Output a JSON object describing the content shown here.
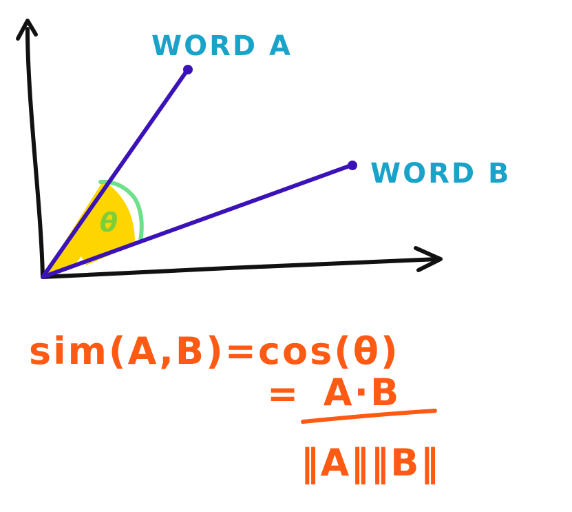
{
  "labels": {
    "word_a": "WORD A",
    "word_b": "WORD B",
    "angle": "θ"
  },
  "formula": {
    "line1": "sim(A,B)=cos(θ)",
    "equals": "=",
    "numerator": "A·B",
    "denominator": "‖A‖‖B‖"
  },
  "colors": {
    "axes": "#111111",
    "vectors": "#3a12b8",
    "labels": "#1aa3c8",
    "angle_fill": "#ffd500",
    "angle_arc": "#6fe08a",
    "theta": "#7ccf3a",
    "formula": "#ff5a14"
  }
}
